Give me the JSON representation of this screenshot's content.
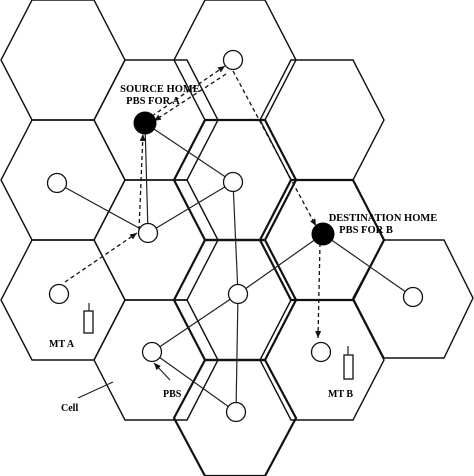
{
  "labels": {
    "source_line1": "SOURCE HOME",
    "source_line2": "PBS FOR A",
    "dest_line1": "DESTINATION HOME",
    "dest_line2": "PBS FOR B",
    "mt_a": "MT A",
    "mt_b": "MT B",
    "pbs": "PBS",
    "cell": "Cell"
  }
}
